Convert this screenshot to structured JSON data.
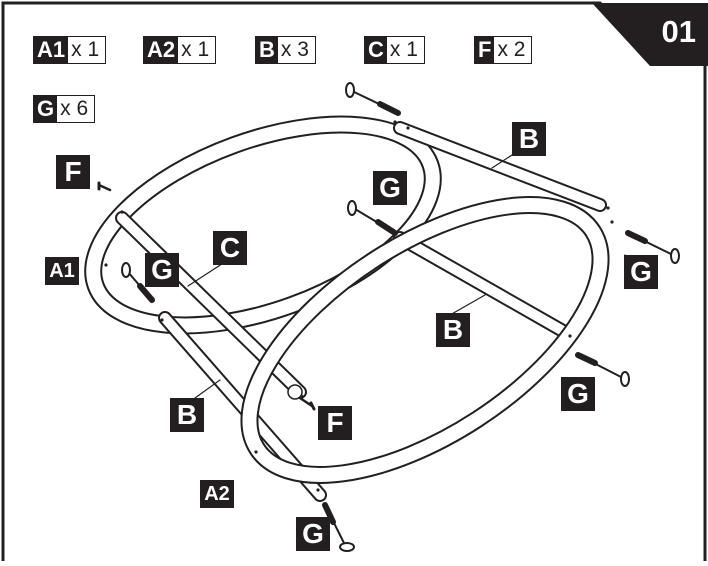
{
  "step": {
    "number": "01"
  },
  "parts": [
    {
      "id": "A1",
      "qty": "x 1"
    },
    {
      "id": "A2",
      "qty": "x 1"
    },
    {
      "id": "B",
      "qty": "x 3"
    },
    {
      "id": "C",
      "qty": "x 1"
    },
    {
      "id": "F",
      "qty": "x 2"
    },
    {
      "id": "G",
      "qty": "x 6"
    }
  ],
  "callouts": {
    "b_top": "B",
    "b_mid": "B",
    "b_left": "B",
    "c": "C",
    "f_left": "F",
    "f_mid": "F",
    "g_top": "G",
    "g_inner": "G",
    "g_right": "G",
    "g_right_low": "G",
    "g_bottom": "G",
    "a1": "A1",
    "a2": "A2"
  },
  "colors": {
    "ink": "#231f20",
    "paper": "#ffffff"
  }
}
